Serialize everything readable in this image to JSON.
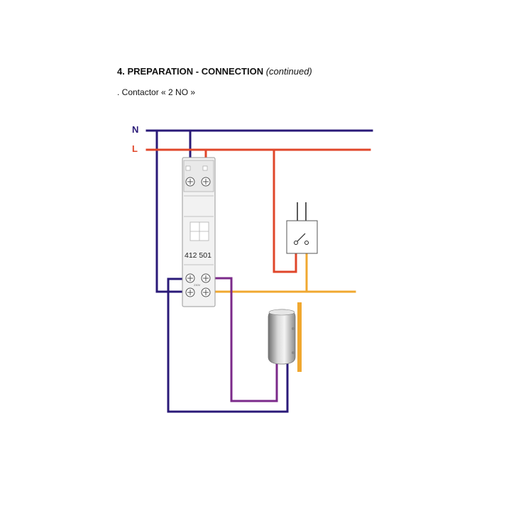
{
  "header": {
    "title_main": "4. PREPARATION - CONNECTION",
    "title_note": "(continued)",
    "subtitle": ". Contactor « 2 NO »"
  },
  "diagram": {
    "neutral_label": "N",
    "live_label": "L",
    "contactor_reference": "412 501",
    "contactor_small_mark": "230V",
    "colors": {
      "neutral": "#2a1a78",
      "live": "#e0462a",
      "control": "#f0a830",
      "load": "#7b2a8a",
      "heater_bracket": "#f0a830",
      "device_outline": "#9a9a9a",
      "device_fill": "#f2f2f2"
    },
    "icons": [
      "contactor-module",
      "switch-box",
      "water-heater"
    ]
  }
}
